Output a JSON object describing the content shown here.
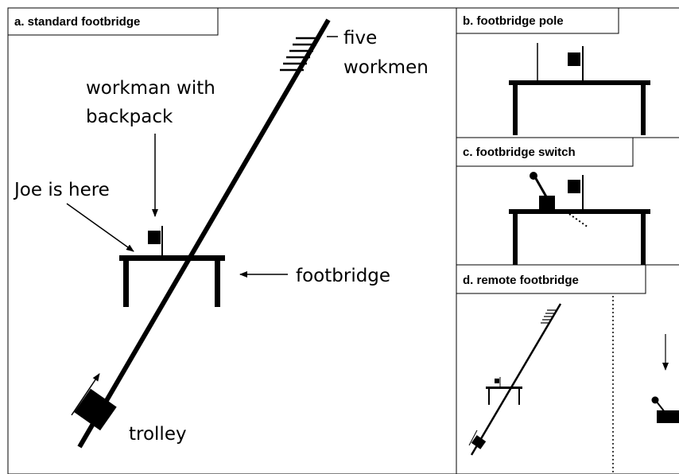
{
  "panels": {
    "a": {
      "title": "a. standard footbridge",
      "labels": {
        "five_workmen_line1": "five",
        "five_workmen_line2": "workmen",
        "workman_backpack_line1": "workman with",
        "workman_backpack_line2": "backpack",
        "joe": "Joe is here",
        "footbridge": "footbridge",
        "trolley": "trolley"
      }
    },
    "b": {
      "title": "b. footbridge pole"
    },
    "c": {
      "title": "c. footbridge switch"
    },
    "d": {
      "title": "d. remote footbridge"
    }
  }
}
